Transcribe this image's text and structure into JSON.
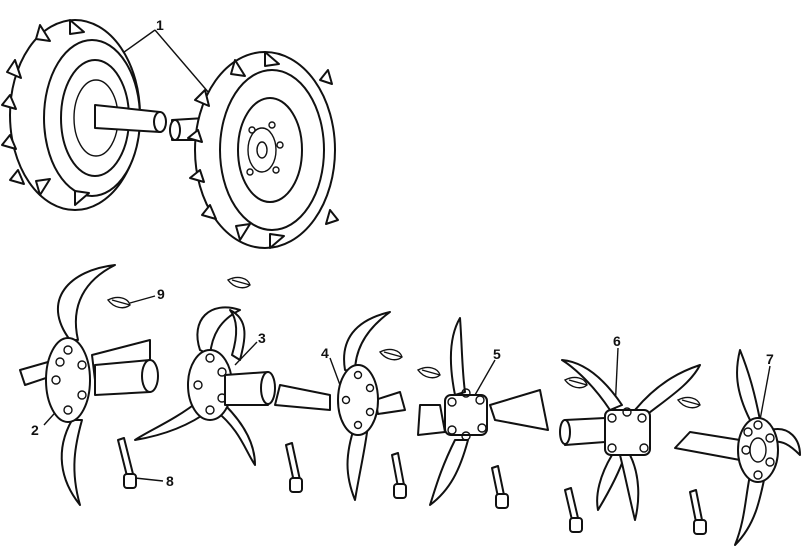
{
  "diagram": {
    "title": "",
    "callouts": [
      {
        "id": "1",
        "label": "1"
      },
      {
        "id": "2",
        "label": "2"
      },
      {
        "id": "3",
        "label": "3"
      },
      {
        "id": "4",
        "label": "4"
      },
      {
        "id": "5",
        "label": "5"
      },
      {
        "id": "6",
        "label": "6"
      },
      {
        "id": "7",
        "label": "7"
      },
      {
        "id": "8",
        "label": "8"
      },
      {
        "id": "9",
        "label": "9"
      }
    ]
  },
  "colors": {
    "ink": "#111111",
    "background": "#ffffff"
  }
}
